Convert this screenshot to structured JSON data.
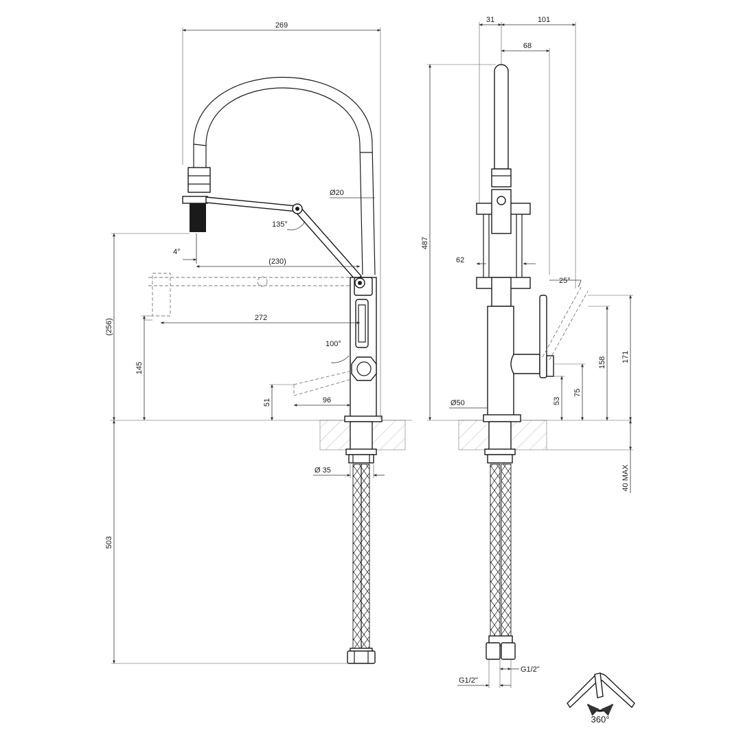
{
  "colors": {
    "line": "#1a1a1a",
    "dimension": "#333333",
    "hatch": "#888888",
    "background": "#ffffff"
  },
  "front_view": {
    "width": "269",
    "spout_diameter": "Ø20",
    "lever_angle": "135°",
    "spray_tilt": "4°",
    "reach_retracted": "(230)",
    "reach_extended": "272",
    "height_spray": "(256)",
    "height_pulled": "145",
    "handle_angle": "100°",
    "handle_height": "51",
    "handle_reach": "96",
    "hose_length": "503",
    "shank_diameter": "Ø 35"
  },
  "side_view": {
    "top_offset": "31",
    "depth": "101",
    "spout_to_body": "68",
    "total_height": "487",
    "bracket_width": "62",
    "lever_angle": "25°",
    "lever_height": "158",
    "lever_height_max": "171",
    "body_diameter": "Ø50",
    "handle_low": "53",
    "handle_axis": "75",
    "deck_thickness": "40 MAX",
    "connection_left": "G1/2\"",
    "connection_right": "G1/2\""
  },
  "rotation": {
    "label": "360°"
  }
}
